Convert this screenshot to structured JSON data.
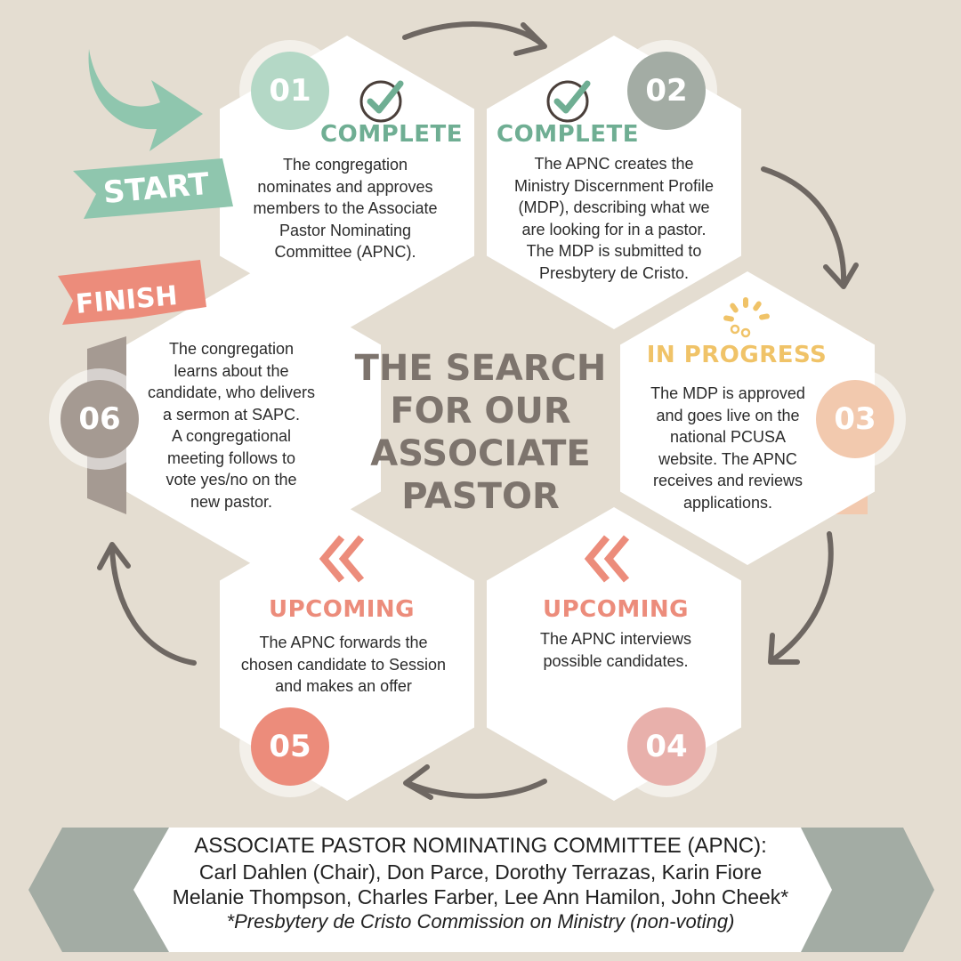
{
  "title": "THE SEARCH\nFOR OUR\nASSOCIATE\nPASTOR",
  "start_label": "START",
  "finish_label": "FINISH",
  "colors": {
    "background": "#e4ddd1",
    "complete": "#6fae93",
    "in_progress": "#f0c368",
    "upcoming": "#ec8c7b",
    "step01": "#b4d8c6",
    "step02": "#a3aca4",
    "step03": "#f2c9ae",
    "step04": "#e8b0ab",
    "step05": "#ec8c7b",
    "step06": "#a59a92",
    "arrow": "#6e6762"
  },
  "steps": [
    {
      "number": "01",
      "status": "COMPLETE",
      "status_icon": "check-icon",
      "text": "The congregation\nnominates and approves\nmembers to the Associate\nPastor Nominating\nCommittee (APNC)."
    },
    {
      "number": "02",
      "status": "COMPLETE",
      "status_icon": "check-icon",
      "text": "The APNC creates the\nMinistry Discernment Profile\n(MDP), describing what we\nare looking for in a pastor.\nThe MDP is submitted to\nPresbytery de Cristo."
    },
    {
      "number": "03",
      "status": "IN PROGRESS",
      "status_icon": "loading-icon",
      "text": "The MDP is approved\nand goes live on the\nnational PCUSA\nwebsite. The APNC\nreceives and reviews\napplications."
    },
    {
      "number": "04",
      "status": "UPCOMING",
      "status_icon": "double-chevron-left-icon",
      "text": "The APNC interviews\npossible candidates."
    },
    {
      "number": "05",
      "status": "UPCOMING",
      "status_icon": "double-chevron-left-icon",
      "text": "The APNC forwards the\nchosen candidate to Session\nand makes an offer"
    },
    {
      "number": "06",
      "status": "",
      "status_icon": "",
      "text": "The congregation\nlearns about the\ncandidate, who delivers\na sermon at SAPC.\nA congregational\nmeeting follows to\nvote yes/no on the\nnew pastor."
    }
  ],
  "committee": {
    "heading": "ASSOCIATE PASTOR NOMINATING COMMITTEE (APNC):",
    "members_line1": "Carl Dahlen (Chair), Don Parce, Dorothy Terrazas, Karin Fiore",
    "members_line2": "Melanie Thompson, Charles Farber, Lee Ann Hamilon, John Cheek*",
    "note": "*Presbytery de Cristo Commission on Ministry (non-voting)"
  }
}
